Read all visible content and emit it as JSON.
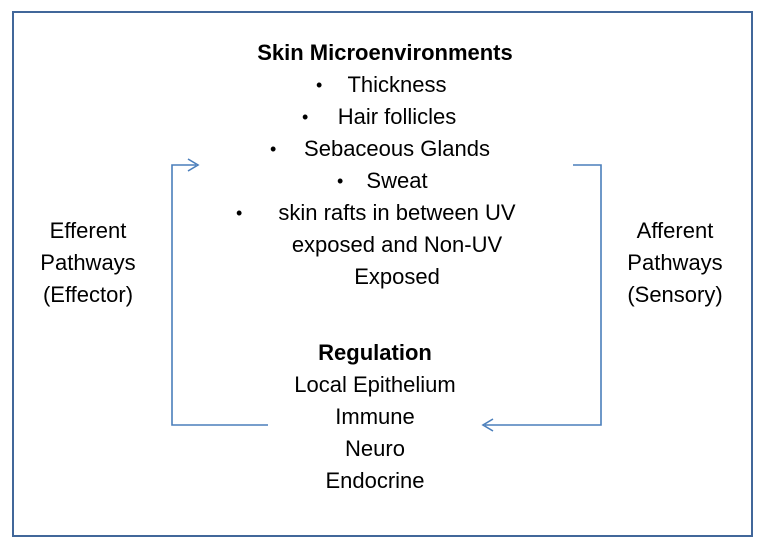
{
  "microenvironments": {
    "title": "Skin Microenvironments",
    "items": [
      "Thickness",
      "Hair follicles",
      "Sebaceous Glands",
      "Sweat"
    ],
    "last_item_lines": [
      "skin rafts in between UV",
      "exposed and Non-UV",
      "Exposed"
    ]
  },
  "regulation": {
    "title": "Regulation",
    "items": [
      "Local Epithelium",
      "Immune",
      "Neuro",
      "Endocrine"
    ]
  },
  "efferent": {
    "lines": [
      "Efferent",
      "Pathways",
      "(Effector)"
    ]
  },
  "afferent": {
    "lines": [
      "Afferent",
      "Pathways",
      "(Sensory)"
    ]
  },
  "colors": {
    "border": "#41679a",
    "arrow": "#4a7ebb",
    "text": "#000000"
  }
}
